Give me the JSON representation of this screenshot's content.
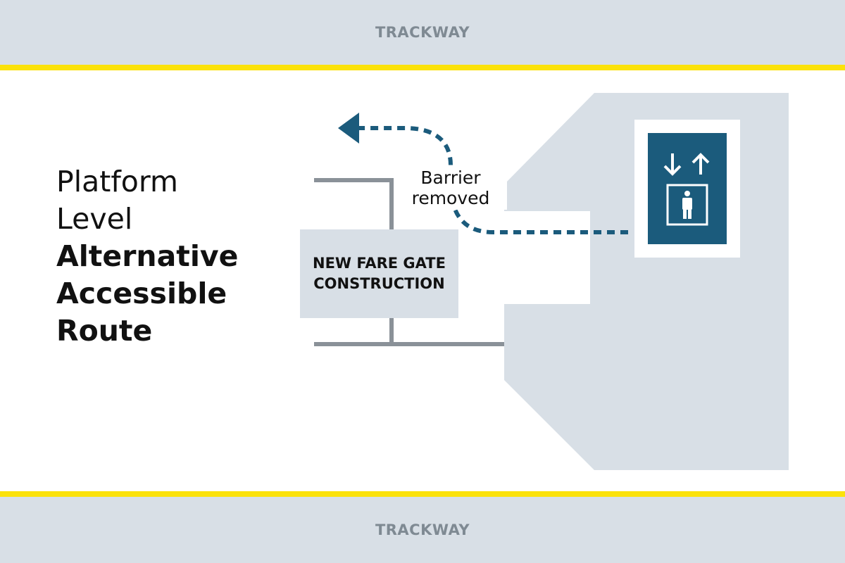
{
  "trackway_top": "TRACKWAY",
  "trackway_bottom": "TRACKWAY",
  "heading": {
    "line1": "Platform",
    "line2": "Level",
    "line3": "Alternative",
    "line4": "Accessible",
    "line5": "Route"
  },
  "construction": {
    "line1": "NEW FARE GATE",
    "line2": "CONSTRUCTION"
  },
  "barrier": {
    "line1": "Barrier",
    "line2": "removed"
  },
  "colors": {
    "platform_edge": "#fbe20a",
    "trackway": "#d8dfe6",
    "route": "#1b5b7c",
    "elevator": "#1b5b7c",
    "fence": "#8a9198"
  },
  "icons": {
    "elevator": "elevator-icon",
    "arrows": "up-down-arrows-icon",
    "route_arrow": "route-arrow-icon"
  }
}
